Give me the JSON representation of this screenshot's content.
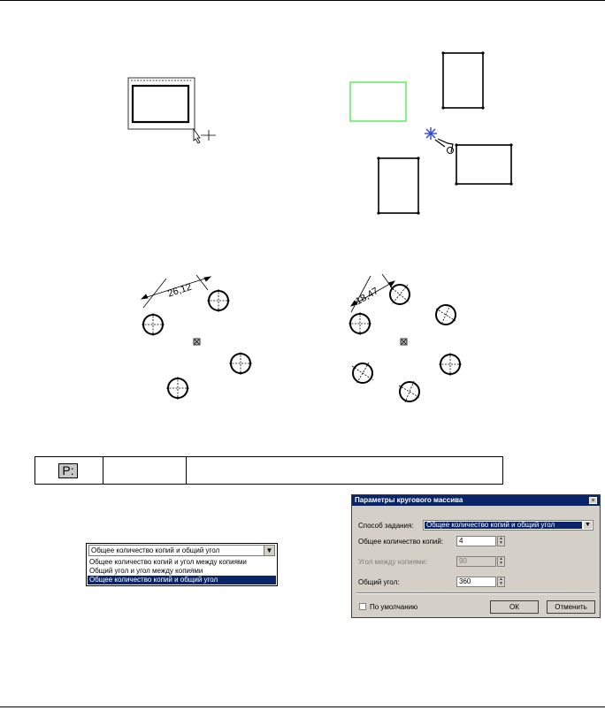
{
  "figures": {
    "dim_left": "26,12",
    "dim_right": "18,47"
  },
  "toolbar_strip": {
    "button_label": "P:"
  },
  "combo": {
    "selected": "Общее количество копий и общий угол",
    "options": [
      "Общее количество копий и угол между копиями",
      "Общий угол и угол между копиями",
      "Общее количество копий и общий угол"
    ]
  },
  "dialog": {
    "title": "Параметры кругового массива",
    "close": "×",
    "method_label": "Способ задания:",
    "method_value": "Общее количество копий и общий угол",
    "count_label": "Общее количество копий:",
    "count_value": "4",
    "step_label": "Угол между копиями:",
    "step_value": "90",
    "total_label": "Общий угол:",
    "total_value": "360",
    "default_label": "По умолчанию",
    "ok_label": "ОК",
    "cancel_label": "Отменить"
  },
  "colors": {
    "highlight": "#0a246a",
    "selected_rect": "#66ee66",
    "cursor_star": "#3344cc"
  }
}
